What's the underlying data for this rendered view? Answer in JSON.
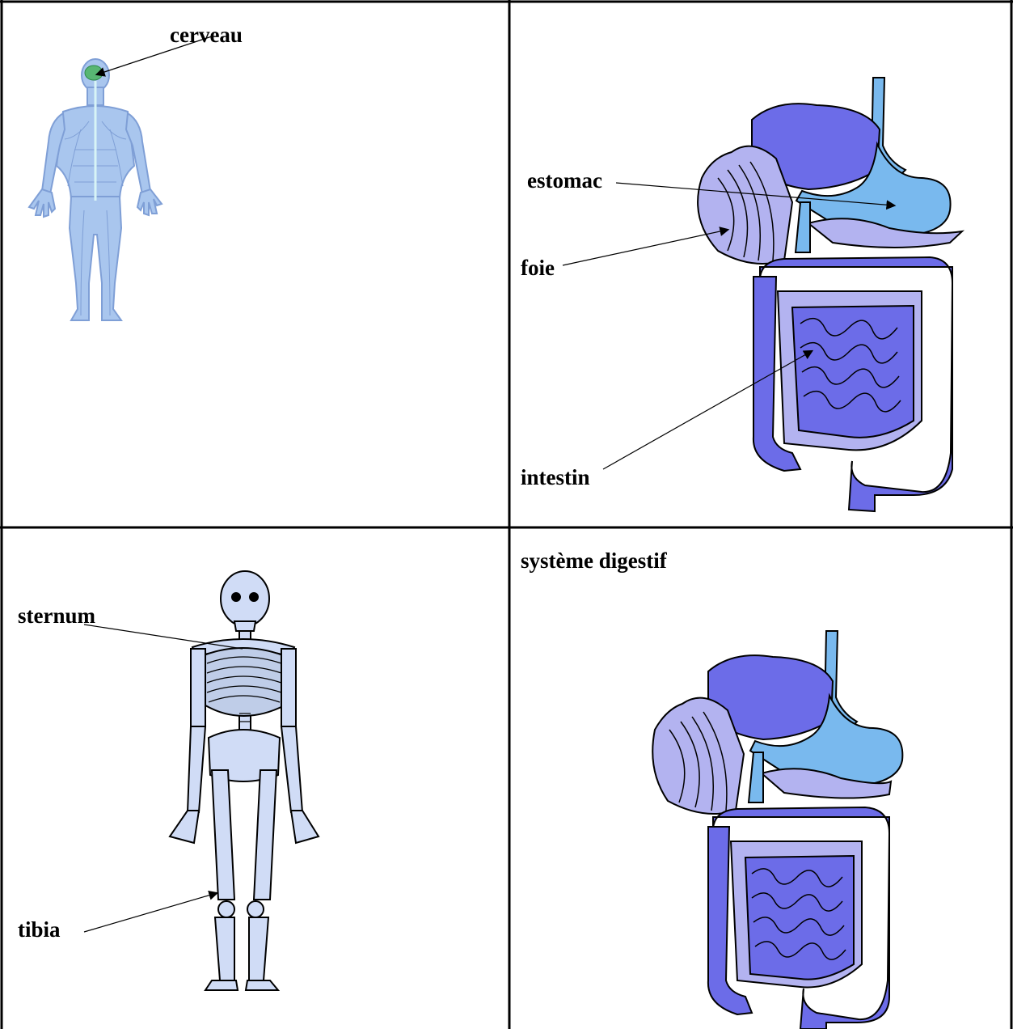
{
  "labels": {
    "brain": "cerveau",
    "stomach": "estomac",
    "liver": "foie",
    "intestine": "intestin",
    "sternum": "sternum",
    "tibia": "tibia",
    "digestive_title": "système digestif"
  },
  "colors": {
    "body": "#a9c6ee",
    "body_outline": "#7f9fd6",
    "spine": "#d8f4f6",
    "brain": "#58b673",
    "purple": "#6c6ce8",
    "light_blue": "#79b9ee",
    "pale": "#b3b3f0",
    "bone": "#d0dcf6",
    "line": "#000000"
  },
  "icons": [
    "nervous-system-figure",
    "skeleton-figure",
    "digestive-system-illustration"
  ]
}
